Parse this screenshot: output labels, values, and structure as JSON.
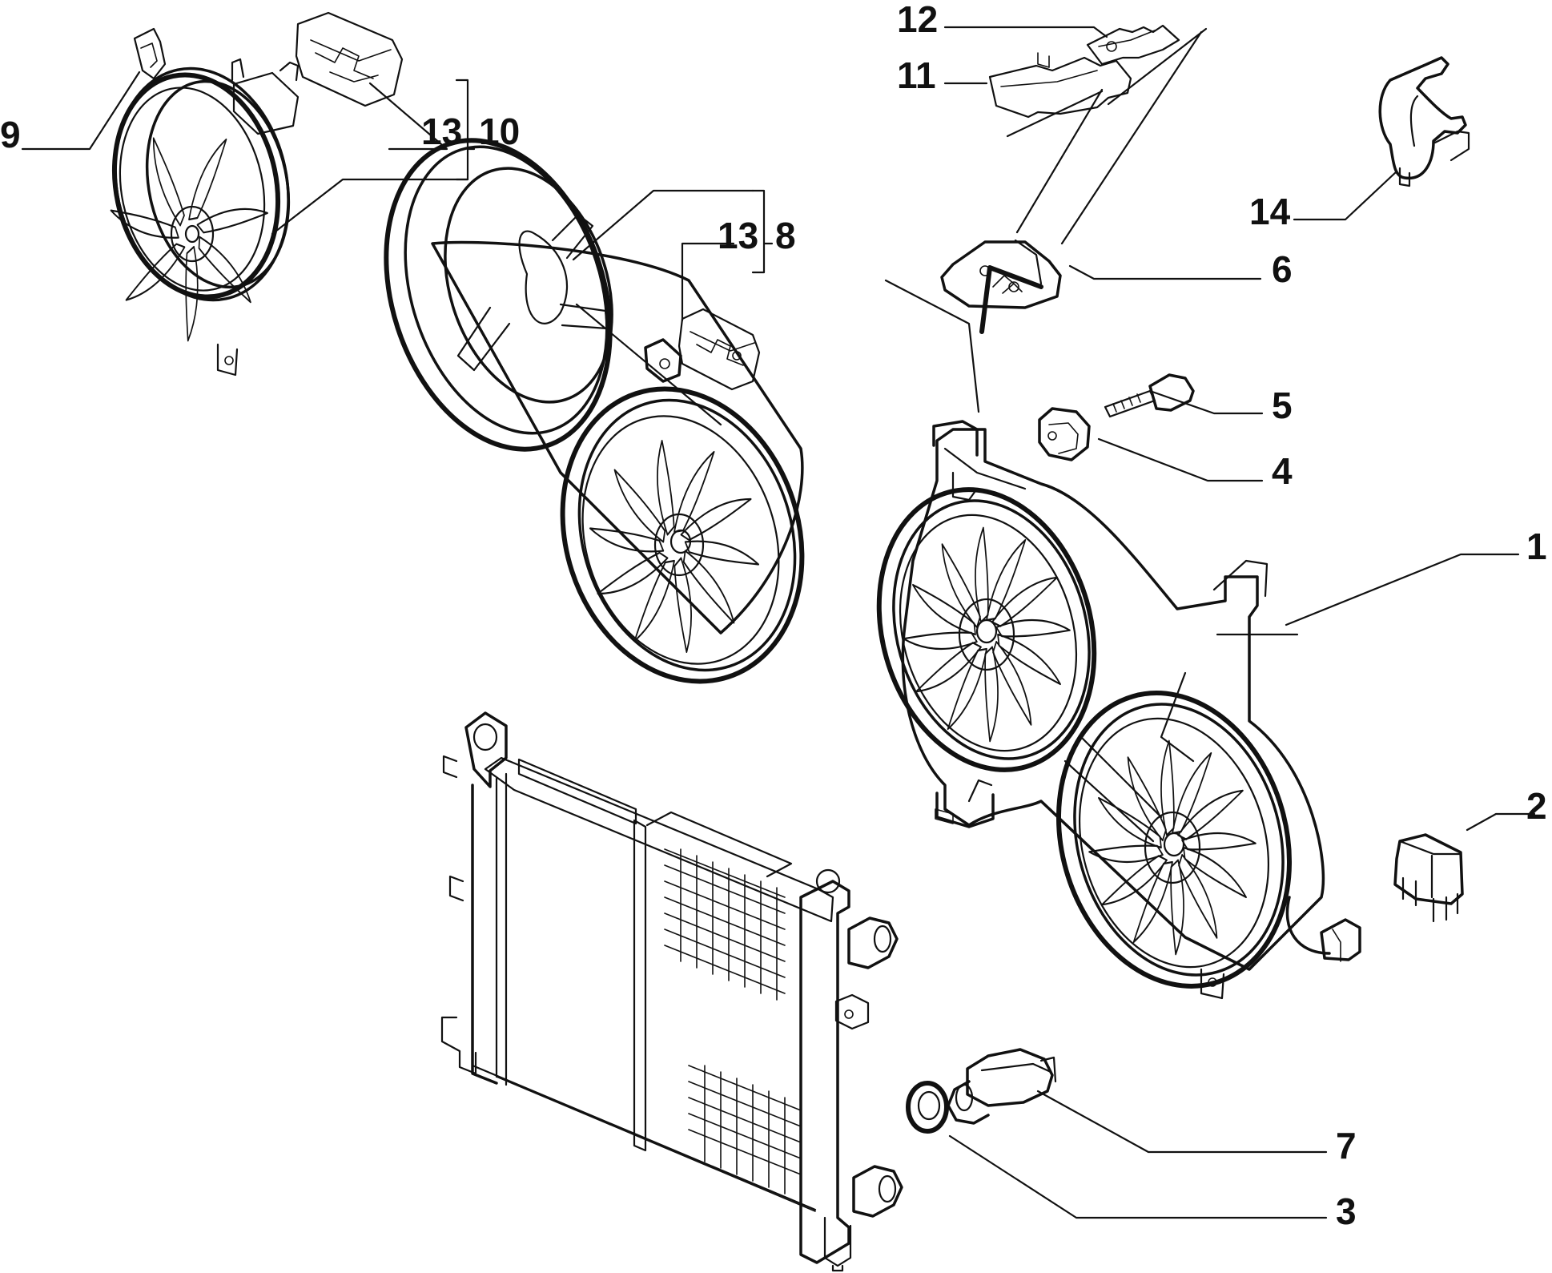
{
  "callouts": [
    {
      "id": "c1",
      "text": "1"
    },
    {
      "id": "c2",
      "text": "2"
    },
    {
      "id": "c3",
      "text": "3"
    },
    {
      "id": "c4",
      "text": "4"
    },
    {
      "id": "c5",
      "text": "5"
    },
    {
      "id": "c6",
      "text": "6"
    },
    {
      "id": "c7",
      "text": "7"
    },
    {
      "id": "c8",
      "text": "8"
    },
    {
      "id": "c9",
      "text": "9"
    },
    {
      "id": "c10",
      "text": "10"
    },
    {
      "id": "c11",
      "text": "11"
    },
    {
      "id": "c12",
      "text": "12"
    },
    {
      "id": "c13a",
      "text": "13"
    },
    {
      "id": "c13b",
      "text": "13"
    },
    {
      "id": "c14",
      "text": "14"
    }
  ],
  "icons": [
    "single-fan-assembly",
    "double-fan-shroud-assembly",
    "radiator",
    "resistor",
    "relay",
    "temperature-switch",
    "sealing-washer",
    "connector-clip",
    "screw",
    "nut"
  ]
}
